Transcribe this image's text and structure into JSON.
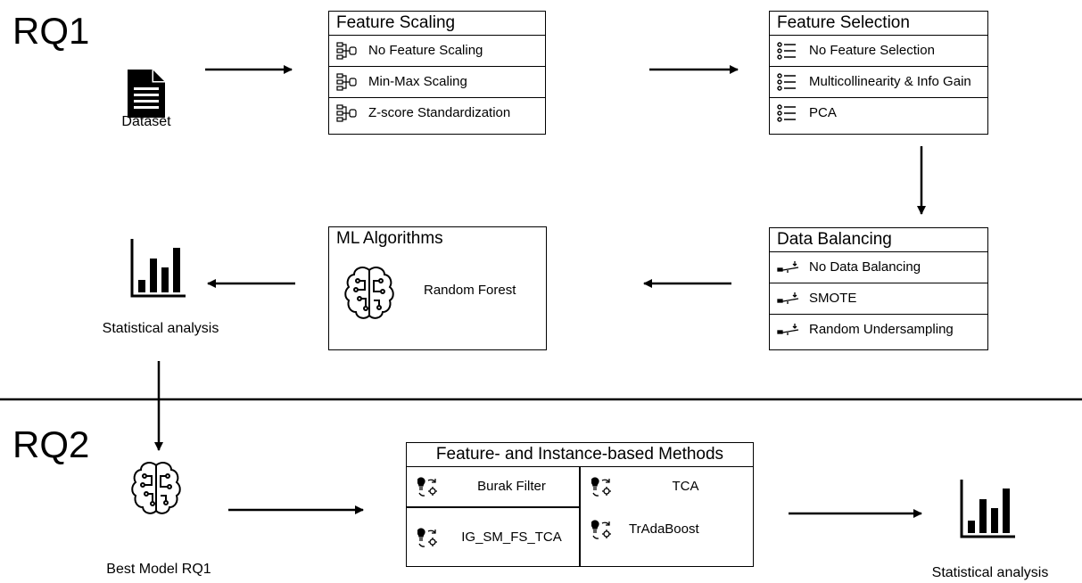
{
  "rq1": {
    "title": "RQ1",
    "dataset_label": "Dataset",
    "feature_scaling": {
      "title": "Feature Scaling",
      "items": [
        {
          "label": "No Feature Scaling",
          "icon": "scaling-icon"
        },
        {
          "label": "Min-Max Scaling",
          "icon": "scaling-icon"
        },
        {
          "label": "Z-score Standardization",
          "icon": "scaling-icon"
        }
      ]
    },
    "feature_selection": {
      "title": "Feature Selection",
      "items": [
        {
          "label": "No Feature Selection",
          "icon": "list-icon"
        },
        {
          "label": "Multicollinearity & Info Gain",
          "icon": "list-icon"
        },
        {
          "label": "PCA",
          "icon": "list-icon"
        }
      ]
    },
    "data_balancing": {
      "title": "Data Balancing",
      "items": [
        {
          "label": "No Data Balancing",
          "icon": "balance-icon"
        },
        {
          "label": "SMOTE",
          "icon": "balance-icon"
        },
        {
          "label": "Random Undersampling",
          "icon": "balance-icon"
        }
      ]
    },
    "ml_algorithms": {
      "title": "ML Algorithms",
      "item": "Random Forest",
      "icon": "brain-icon"
    },
    "stats_label": "Statistical analysis"
  },
  "rq2": {
    "title": "RQ2",
    "best_model_label": "Best Model RQ1",
    "methods": {
      "title": "Feature- and Instance-based Methods",
      "items": [
        {
          "label": "Burak Filter",
          "icon": "transfer-icon"
        },
        {
          "label": "TCA",
          "icon": "transfer-icon"
        },
        {
          "label": "IG_SM_FS_TCA",
          "icon": "transfer-icon"
        },
        {
          "label": "TrAdaBoost",
          "icon": "transfer-icon"
        }
      ]
    },
    "stats_label": "Statistical analysis"
  }
}
